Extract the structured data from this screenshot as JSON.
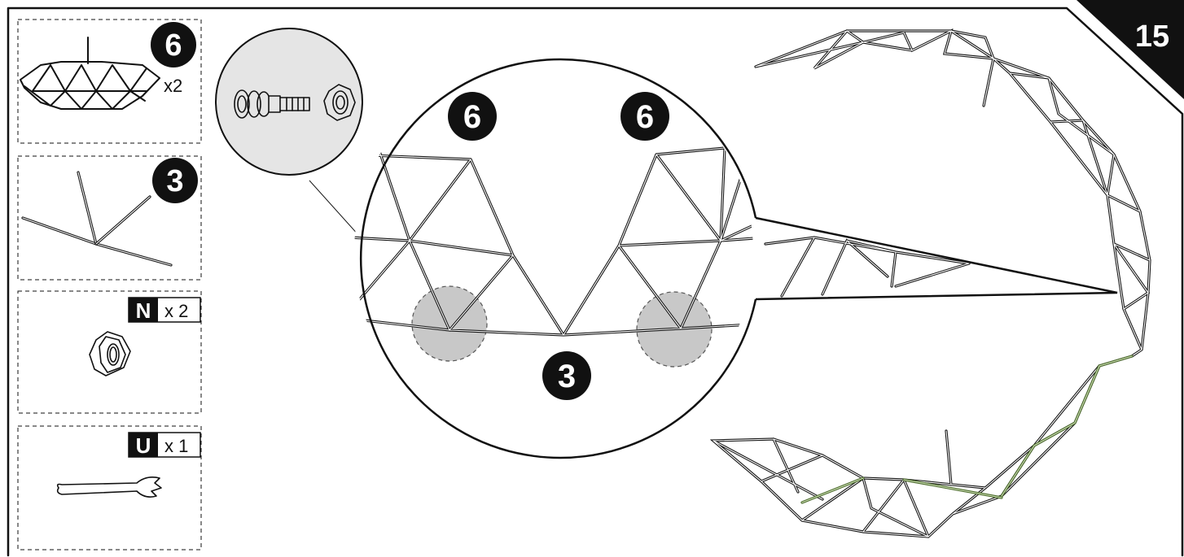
{
  "page": {
    "step_number": "15"
  },
  "parts_panel": [
    {
      "badge": "6",
      "quantity": "x2",
      "icon": "dome-section-icon"
    },
    {
      "badge": "3",
      "icon": "rod-assembly-icon"
    },
    {
      "code": "N",
      "quantity": "x 2",
      "icon": "hex-nut-icon"
    },
    {
      "code": "U",
      "quantity": "x 1",
      "icon": "wrench-icon"
    }
  ],
  "detail": {
    "badges": [
      "6",
      "6",
      "3"
    ],
    "inset_icons": [
      "bolt-icon",
      "hex-nut-icon"
    ],
    "colors": {
      "highlight": "#c8c8c8",
      "frame": "#111111",
      "assembled_green": "#4a6a2a"
    }
  }
}
